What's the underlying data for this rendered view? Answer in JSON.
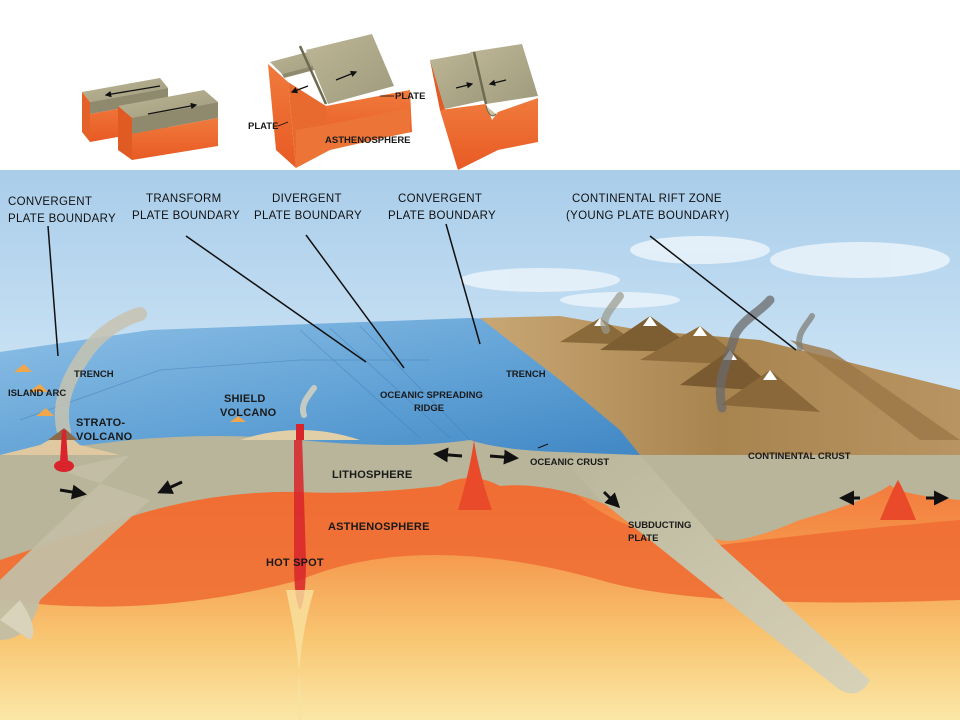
{
  "top_blocks": {
    "plate_left": "PLATE",
    "plate_right": "PLATE",
    "asthenosphere": "ASTHENOSPHERE"
  },
  "boundaries": {
    "convergent_1": [
      "CONVERGENT",
      "PLATE BOUNDARY"
    ],
    "transform": [
      "TRANSFORM",
      "PLATE BOUNDARY"
    ],
    "divergent": [
      "DIVERGENT",
      "PLATE BOUNDARY"
    ],
    "convergent_2": [
      "CONVERGENT",
      "PLATE BOUNDARY"
    ],
    "rift": [
      "CONTINENTAL RIFT ZONE",
      "(YOUNG PLATE BOUNDARY)"
    ]
  },
  "features": {
    "trench_left": "TRENCH",
    "island_arc": "ISLAND ARC",
    "strato_volcano": [
      "STRATO-",
      "VOLCANO"
    ],
    "shield_volcano": [
      "SHIELD",
      "VOLCANO"
    ],
    "spreading_ridge": [
      "OCEANIC SPREADING",
      "RIDGE"
    ],
    "trench_right": "TRENCH",
    "oceanic_crust": "OCEANIC CRUST",
    "continental_crust": "CONTINENTAL CRUST",
    "lithosphere": "LITHOSPHERE",
    "asthenosphere": "ASTHENOSPHERE",
    "hot_spot": "HOT SPOT",
    "subducting_plate": [
      "SUBDUCTING",
      "PLATE"
    ]
  },
  "colors": {
    "sky": "#bcdaf0",
    "ocean": "#6aa8d8",
    "lithosphere": "#b7b59a",
    "asthenosphere": "#f07a3e",
    "mantle_deep": "#f8d880",
    "land": "#b08a55",
    "magma": "#d8242a"
  }
}
